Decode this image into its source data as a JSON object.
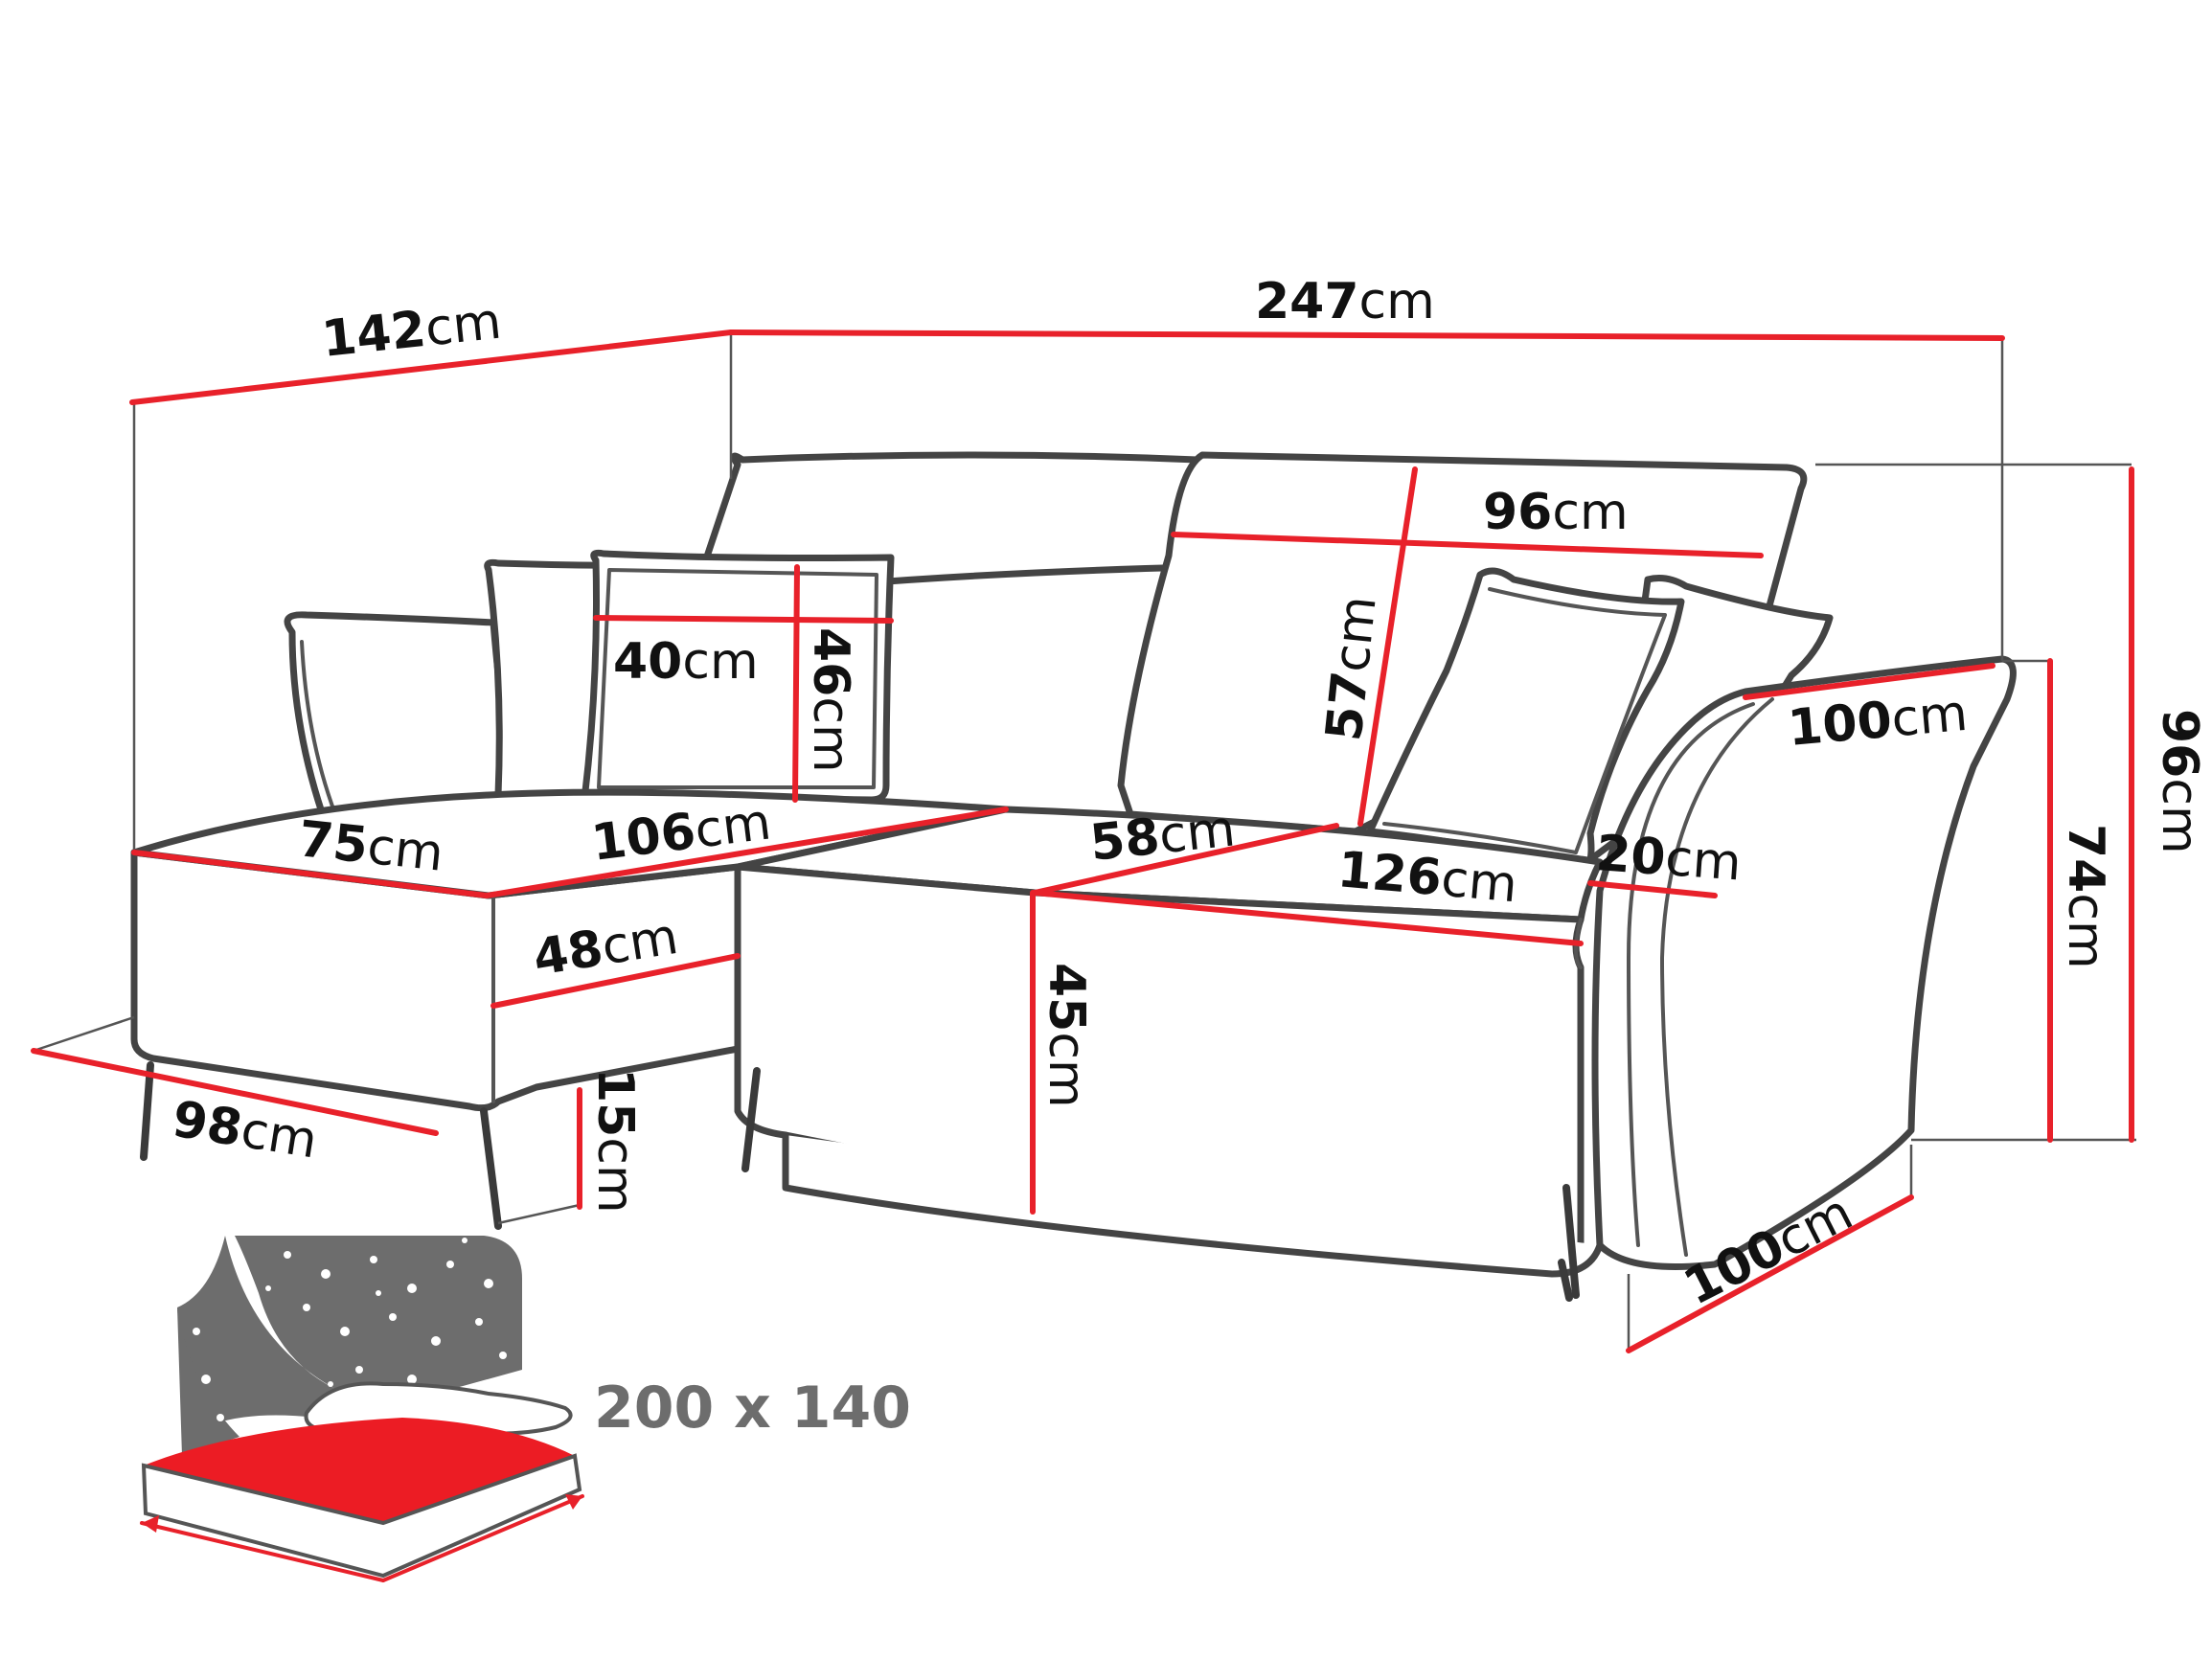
{
  "colors": {
    "dimension_line": "#e8212a",
    "outline": "#444444",
    "icon_gray": "#6d6d6d",
    "mattress_red": "#ec1c24",
    "text": "#111111"
  },
  "dimensions": {
    "total_width": {
      "value": "247",
      "unit": "cm"
    },
    "chaise_length": {
      "value": "142",
      "unit": "cm"
    },
    "total_height": {
      "value": "96",
      "unit": "cm"
    },
    "armrest_height": {
      "value": "74",
      "unit": "cm"
    },
    "back_cushion_w": {
      "value": "96",
      "unit": "cm"
    },
    "back_cushion_h": {
      "value": "57",
      "unit": "cm"
    },
    "pillow_w": {
      "value": "40",
      "unit": "cm"
    },
    "pillow_h": {
      "value": "46",
      "unit": "cm"
    },
    "armrest_depth": {
      "value": "100",
      "unit": "cm"
    },
    "armrest_width": {
      "value": "20",
      "unit": "cm"
    },
    "chaise_seat_w": {
      "value": "75",
      "unit": "cm"
    },
    "chaise_seat_d": {
      "value": "106",
      "unit": "cm"
    },
    "seat_depth": {
      "value": "58",
      "unit": "cm"
    },
    "seat_width": {
      "value": "126",
      "unit": "cm"
    },
    "chaise_height": {
      "value": "48",
      "unit": "cm"
    },
    "seat_height": {
      "value": "45",
      "unit": "cm"
    },
    "chaise_width": {
      "value": "98",
      "unit": "cm"
    },
    "leg_height": {
      "value": "15",
      "unit": "cm"
    },
    "sofa_depth": {
      "value": "100",
      "unit": "cm"
    }
  },
  "sleeping_area": {
    "text": "200 x 140",
    "icon": "bed-icon"
  }
}
